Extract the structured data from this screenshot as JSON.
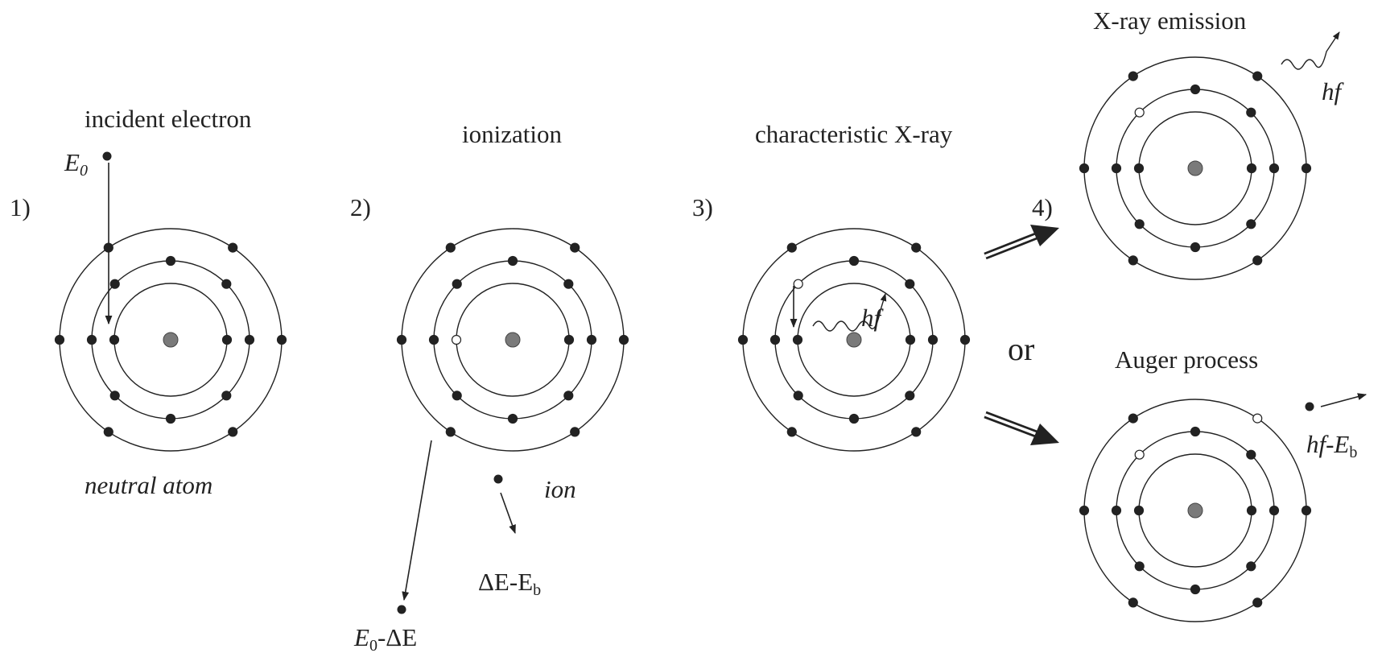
{
  "colors": {
    "ink": "#222222",
    "nucleus": "#7a7a7a",
    "background": "#ffffff"
  },
  "panels": {
    "p1": {
      "step": "1)",
      "title": "incident electron",
      "caption": "neutral atom",
      "energy_symbol": "E",
      "energy_subscript": "0"
    },
    "p2": {
      "step": "2)",
      "title": "ionization",
      "ion_label": "ion",
      "scattered_label": {
        "a": "E",
        "sub": "0",
        "b": "-ΔE"
      },
      "ejected_label": {
        "a": "ΔE-E",
        "sub": "b"
      }
    },
    "p3": {
      "step": "3)",
      "title": "characteristic X-ray",
      "photon_label": "hf"
    },
    "p4": {
      "step": "4)",
      "or_text": "or",
      "xray_title": "X-ray emission",
      "xray_photon_label": "hf",
      "auger_title": "Auger process",
      "auger_label": {
        "a": "hf-E",
        "sub": "b"
      }
    }
  }
}
